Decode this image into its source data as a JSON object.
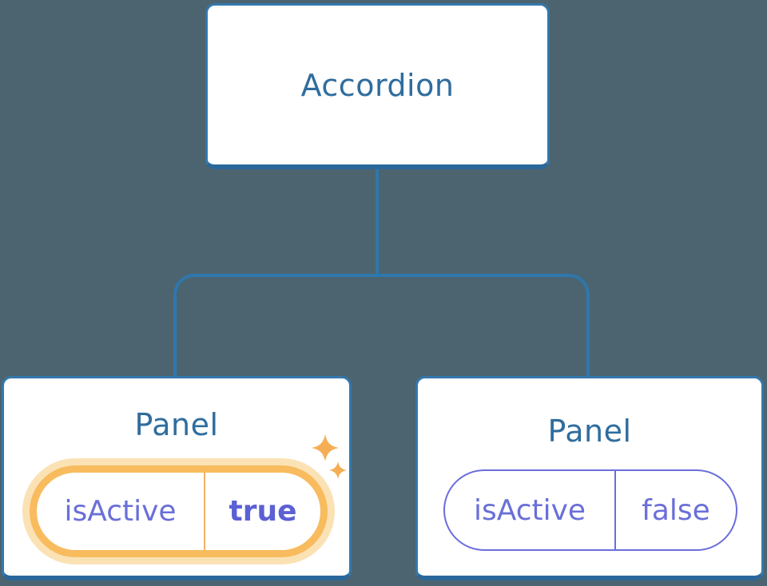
{
  "diagram": {
    "root": {
      "label": "Accordion"
    },
    "children": [
      {
        "title": "Panel",
        "state": {
          "label": "isActive",
          "value": "true"
        },
        "highlighted": true,
        "icon": "sparkles"
      },
      {
        "title": "Panel",
        "state": {
          "label": "isActive",
          "value": "false"
        },
        "highlighted": false
      }
    ]
  },
  "colors": {
    "background": "#4c646f",
    "connector_blue": "#2e77ad",
    "node_fill": "#ffffff",
    "node_border": "#3378ad",
    "node_border_bottom": "#2a689c",
    "title_text": "#2f6d9e",
    "state_purple": "#6a6fd8",
    "state_value_bold_purple": "#5b60d4",
    "highlight_ring_orange": "#f8bb5e",
    "highlight_halo": "#fbe2b5",
    "highlight_divider": "#f3b269",
    "sparkle_orange": "#f5ae55"
  }
}
